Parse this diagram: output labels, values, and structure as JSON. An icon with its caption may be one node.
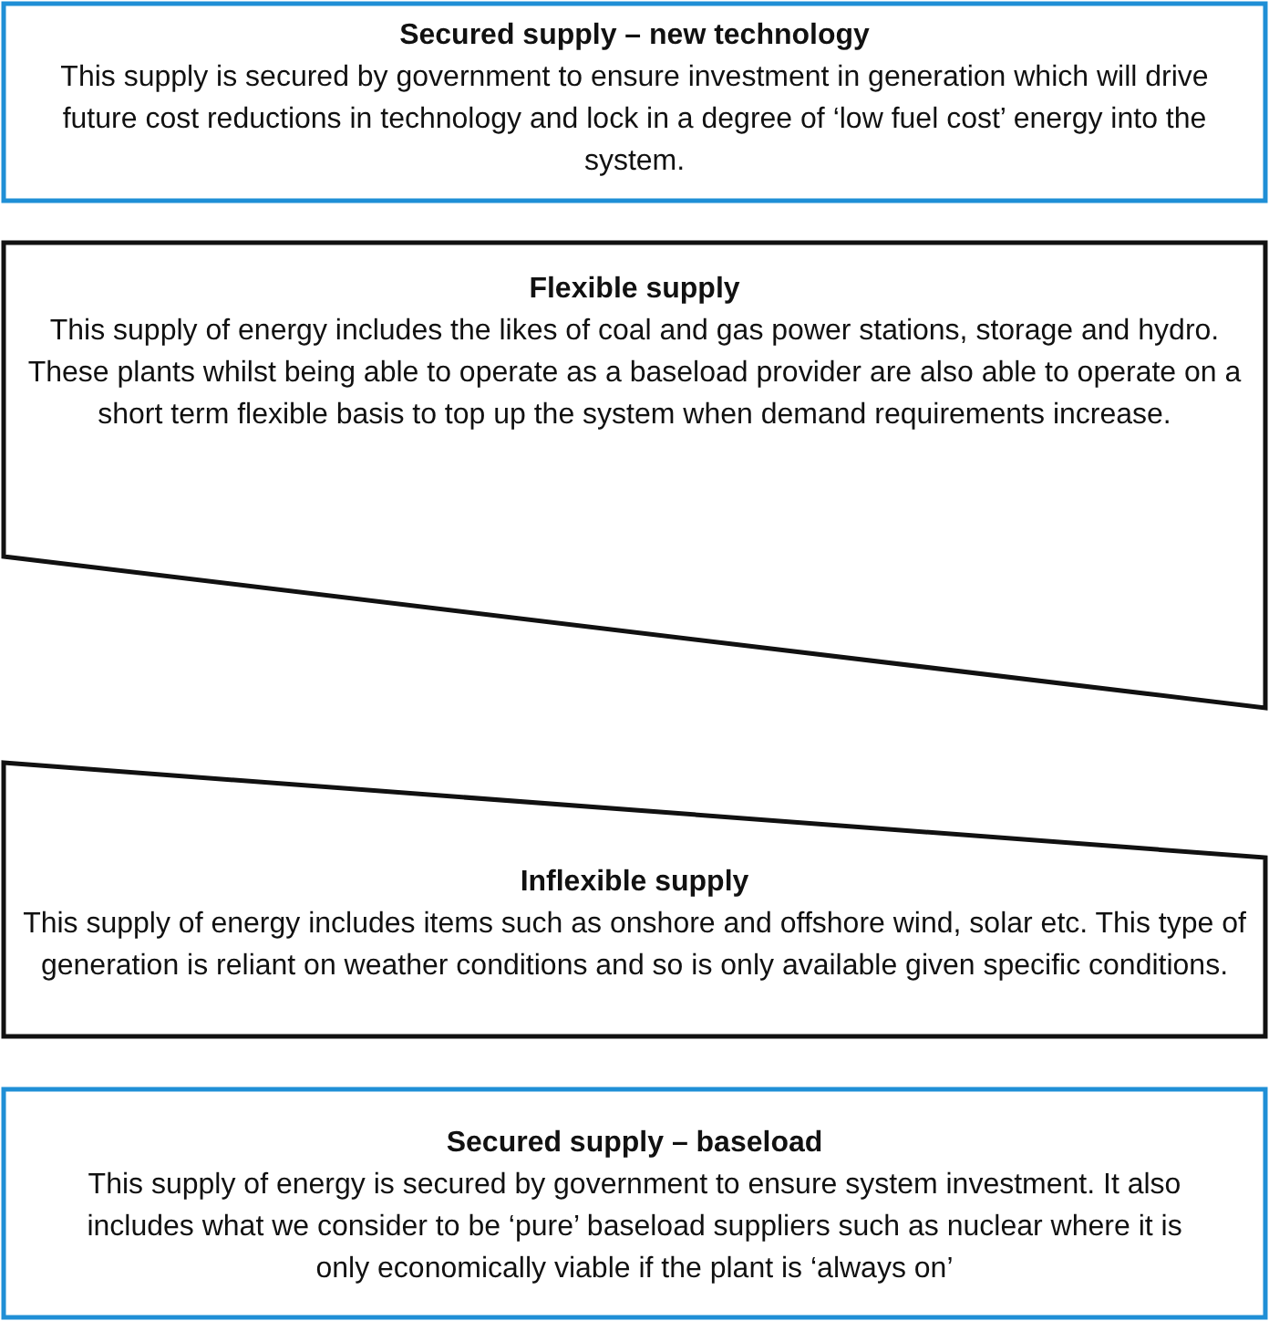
{
  "diagram": {
    "nodes": [
      {
        "text": [
          "Secured supply – new technology",
          "This supply is secured by government to ensure investment in generation which will drive future cost reductions in technology and lock in a degree of ‘low fuel cost’ energy into the system."
        ]
      },
      {
        "text": [
          "Flexible supply",
          "This supply of energy includes the likes of coal and gas power stations, storage and hydro. These plants whilst being able to operate as a baseload provider are also able to operate on a short term flexible basis to top up the system when demand requirements increase."
        ]
      },
      {
        "text": [
          "Inflexible supply",
          "This supply of energy includes items such as onshore and offshore wind, solar etc. This type of generation is reliant on weather conditions and so is only available given specific conditions."
        ]
      },
      {
        "text": [
          "Secured supply – baseload",
          "This supply of energy is secured by government to ensure system investment. It also includes what we consider to be ‘pure’ baseload suppliers such as nuclear where it is only economically viable if the plant is ‘always on’"
        ]
      }
    ]
  }
}
